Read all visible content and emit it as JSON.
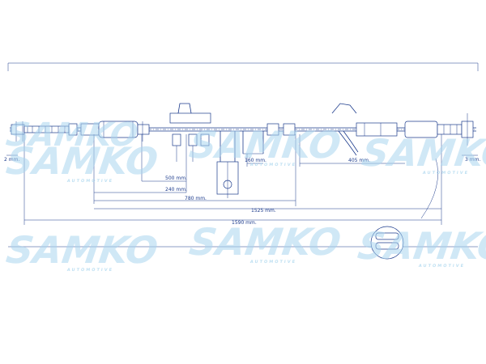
{
  "watermark": {
    "brand": "SAMKO",
    "subtitle": "AUTOMOTIVE"
  },
  "dimensions": [
    {
      "id": "d-2mm",
      "label": "2 mm."
    },
    {
      "id": "d-500",
      "label": "500 mm."
    },
    {
      "id": "d-240",
      "label": "240 mm."
    },
    {
      "id": "d-780",
      "label": "780 mm."
    },
    {
      "id": "d-1525",
      "label": "1525 mm."
    },
    {
      "id": "d-1590",
      "label": "1590 mm."
    },
    {
      "id": "d-160",
      "label": "160 mm."
    },
    {
      "id": "d-405",
      "label": "405 mm."
    },
    {
      "id": "d-3mm",
      "label": "3 mm."
    }
  ],
  "colors": {
    "line": "#1c3b8c",
    "watermark": "#a9d6ee",
    "background": "#ffffff"
  }
}
